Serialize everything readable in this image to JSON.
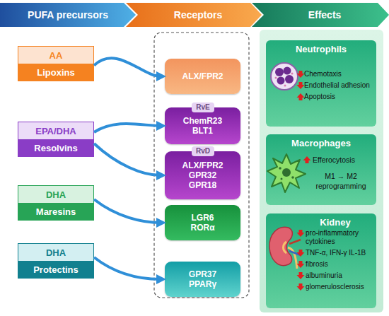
{
  "diagram": {
    "nodes": [
      {
        "text": [
          "PUFA precursors"
        ]
      },
      {
        "text": [
          "Receptors"
        ]
      },
      {
        "text": [
          "Effects"
        ]
      },
      {
        "text": [
          "AA",
          "Lipoxins"
        ]
      },
      {
        "text": [
          "EPA/DHA",
          "Resolvins"
        ]
      },
      {
        "text": [
          "DHA",
          "Maresins"
        ]
      },
      {
        "text": [
          "DHA",
          "Protectins"
        ]
      },
      {
        "text": [
          "ALX/FPR2"
        ]
      },
      {
        "text": [
          "RvE"
        ]
      },
      {
        "text": [
          "ChemR23 BLT1"
        ]
      },
      {
        "text": [
          "RvD"
        ]
      },
      {
        "text": [
          "ALX/FPR2 GPR32 GPR18"
        ]
      },
      {
        "text": [
          "LGR6 RORα"
        ]
      },
      {
        "text": [
          "GPR37 PPARγ"
        ]
      },
      {
        "text": [
          "Neutrophils",
          "Chemotaxis",
          "Endothelial adhesion",
          "Apoptosis"
        ]
      },
      {
        "text": [
          "Macrophages",
          "Efferocytosis",
          "M1 → M2 reprogramming"
        ]
      },
      {
        "text": [
          "Kidney",
          "pro-inflammatory cytokines",
          "TNF-α, IFN-γ IL-1B",
          "fibrosis",
          "albuminuria",
          "glomerulosclerosis"
        ]
      }
    ],
    "edges": [
      {
        "from": 3,
        "to": 7,
        "arrow": "to"
      },
      {
        "from": 4,
        "to": 9,
        "arrow": "to"
      },
      {
        "from": 4,
        "to": 11,
        "arrow": "to"
      },
      {
        "from": 5,
        "to": 12,
        "arrow": "to"
      },
      {
        "from": 6,
        "to": 13,
        "arrow": "to"
      }
    ]
  }
}
